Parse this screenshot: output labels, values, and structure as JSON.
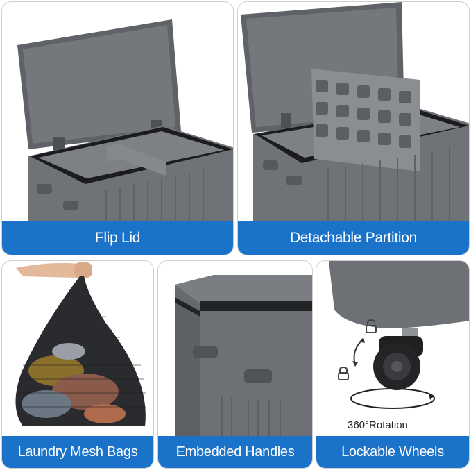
{
  "panels": [
    {
      "caption": "Flip Lid"
    },
    {
      "caption": "Detachable Partition"
    },
    {
      "caption": "Laundry Mesh Bags"
    },
    {
      "caption": "Embedded Handles"
    },
    {
      "caption": "Lockable Wheels",
      "annotation": "360°Rotation"
    }
  ],
  "colors": {
    "caption_bg": "#1a73c8",
    "caption_text": "#ffffff",
    "product_gray": "#6b6e72",
    "rim_black": "#1c1c1e"
  },
  "icons": [
    "lock-icon",
    "unlock-icon",
    "rotation-arrow-icon"
  ]
}
